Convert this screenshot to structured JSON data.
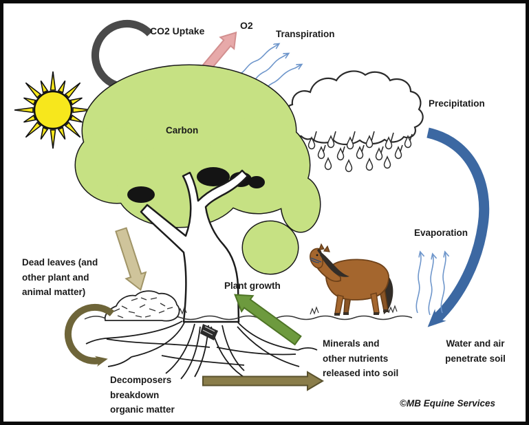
{
  "title": "Nutrient, carbon and water cycle diagram",
  "labels": {
    "co2_uptake": "CO2 Uptake",
    "o2": "O2",
    "transpiration": "Transpiration",
    "precipitation": "Precipitation",
    "carbon": "Carbon",
    "evaporation": "Evaporation",
    "plant_growth": "Plant growth",
    "dead_leaves": {
      "lines": [
        "Dead leaves (and",
        "other plant and",
        "animal matter)"
      ]
    },
    "decomposers": {
      "lines": [
        "Decomposers",
        "breakdown",
        "organic matter"
      ]
    },
    "minerals": {
      "lines": [
        "Minerals and",
        "other nutrients",
        "released into soil"
      ]
    },
    "water_air": {
      "lines": [
        "Water and air",
        "penetrate soil"
      ]
    },
    "copyright": "©MB Equine Services"
  },
  "figures": {
    "sun": "sun with rays",
    "tree": "large deciduous tree, green canopy labeled Carbon",
    "cloud": "rain cloud with falling raindrops",
    "horse": "brown horse standing on grass",
    "leaf_pile": "pile of dead leaves beside trunk",
    "roots": "root system below ground line"
  },
  "colors": {
    "ink": "#1c1c1c",
    "canopy_green": "#c6e183",
    "sun_yellow": "#f7e71c",
    "arrow_gray": "#4a4a4a",
    "arrow_pink_fill": "#e7a9a9",
    "arrow_pink_edge": "#d28f8f",
    "wavy_blue": "#6e96cb",
    "water_arrow_blue": "#3c68a2",
    "dead_matter_tan_fill": "#cfc49b",
    "dead_matter_tan_edge": "#a09467",
    "decomposer_olive": "#6e6539",
    "minerals_olive_fill": "#8a7d4a",
    "minerals_olive_edge": "#59512d",
    "growth_green_fill": "#6d9a3e",
    "growth_green_edge": "#4e7426",
    "horse_brown": "#a4662e"
  }
}
